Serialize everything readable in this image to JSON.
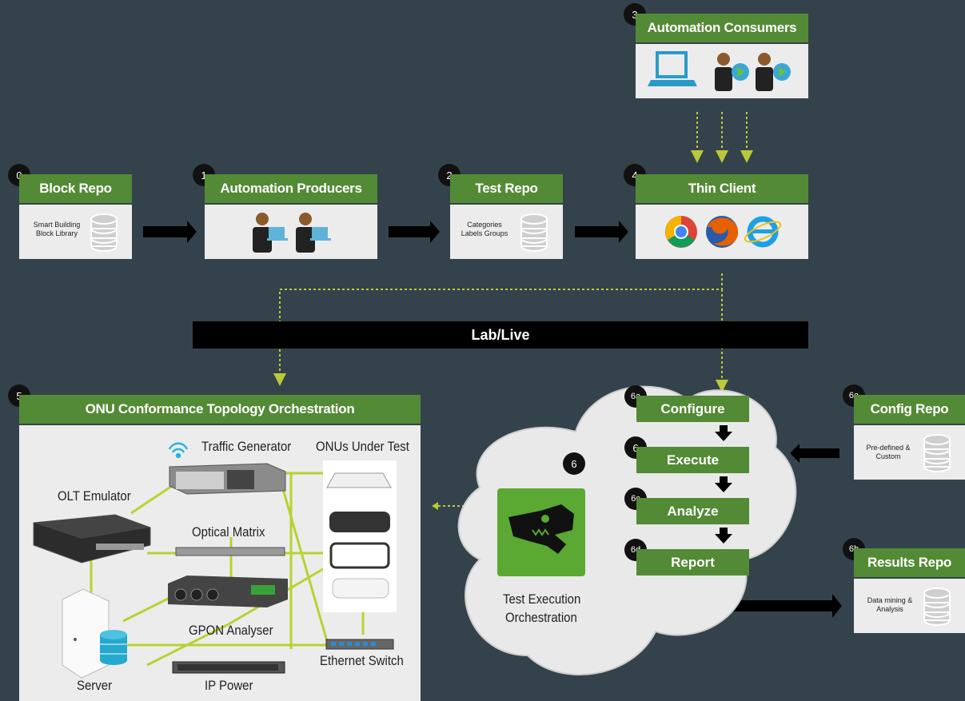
{
  "lab_live": "Lab/Live",
  "nodes": {
    "block_repo": {
      "num": "0",
      "title": "Block Repo",
      "text": "Smart Building Block Library"
    },
    "automation_producers": {
      "num": "1",
      "title": "Automation Producers"
    },
    "test_repo": {
      "num": "2",
      "title": "Test Repo",
      "text": "Categories Labels Groups"
    },
    "automation_consumers": {
      "num": "3",
      "title": "Automation Consumers"
    },
    "thin_client": {
      "num": "4",
      "title": "Thin Client"
    },
    "onu": {
      "num": "5",
      "title": "ONU Conformance Topology Orchestration"
    },
    "config_repo": {
      "num": "6a",
      "title": "Config Repo",
      "text": "Pre-defined & Custom"
    },
    "results_repo": {
      "num": "6b",
      "title": "Results Repo",
      "text": "Data mining & Analysis"
    }
  },
  "steps": [
    {
      "num": "6a",
      "label": "Configure"
    },
    {
      "num": "6",
      "label": "Execute"
    },
    {
      "num": "6c",
      "label": "Analyze"
    },
    {
      "num": "6d",
      "label": "Report"
    }
  ],
  "cloud": {
    "num": "6",
    "label_line1": "Test Execution",
    "label_line2": "Orchestration"
  },
  "topology": {
    "traffic_generator": "Traffic Generator",
    "onus_under_test": "ONUs Under Test",
    "olt_emulator": "OLT Emulator",
    "optical_matrix": "Optical Matrix",
    "gpon_analyser": "GPON Analyser",
    "server": "Server",
    "ethernet_switch": "Ethernet Switch",
    "ip_power": "IP Power"
  },
  "colors": {
    "background": "#34434b",
    "header_green": "#538a35",
    "dotted_line": "#b9c93a",
    "panel": "#ececec"
  }
}
